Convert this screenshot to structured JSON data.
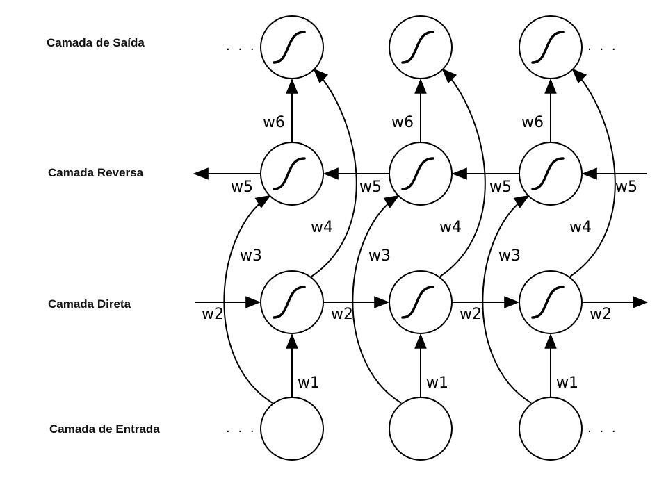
{
  "layers": {
    "output": "Camada de Saída",
    "backward": "Camada Reversa",
    "forward": "Camada Direta",
    "input": "Camada de Entrada"
  },
  "weights": {
    "w1": "w1",
    "w2": "w2",
    "w3": "w3",
    "w4": "w4",
    "w5": "w5",
    "w6": "w6"
  },
  "ellipsis": ". . .",
  "columns": 3,
  "colors": {
    "stroke": "#000000",
    "background": "#ffffff"
  }
}
